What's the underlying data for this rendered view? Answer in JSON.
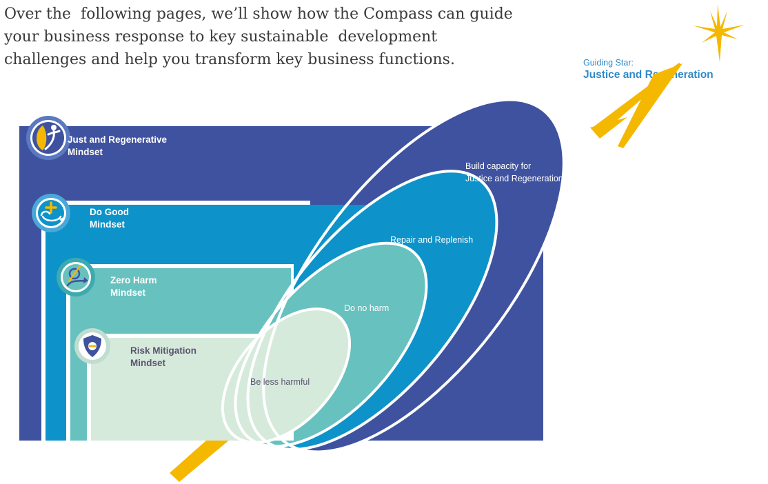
{
  "intro": {
    "line1": "Over the  following pages, we’ll show how the Compass can guide",
    "line2": "your business response to key sustainable  development",
    "line3": "challenges and help you transform key business functions."
  },
  "guiding_star": {
    "label": "Guiding Star:",
    "name": "Justice and Regeneration",
    "icon": "star-icon",
    "color": "#f5b800"
  },
  "mindsets": [
    {
      "line1": "Just and Regenerative",
      "line2": "Mindset",
      "icon": "leaf-person-icon",
      "color": "#3f52a0"
    },
    {
      "line1": "Do Good",
      "line2": "Mindset",
      "icon": "plus-cycle-icon",
      "color": "#0d93c9"
    },
    {
      "line1": "Zero Harm",
      "line2": "Mindset",
      "icon": "null-arrow-icon",
      "color": "#67c1bf"
    },
    {
      "line1": "Risk Mitigation",
      "line2": "Mindset",
      "icon": "shield-minus-icon",
      "color": "#d6eadc"
    }
  ],
  "rings": {
    "just_line1": "Build capacity for",
    "just_line2": "Justice and Regeneration",
    "good": "Repair and Replenish",
    "zero": "Do no harm",
    "risk": "Be less harmful"
  }
}
